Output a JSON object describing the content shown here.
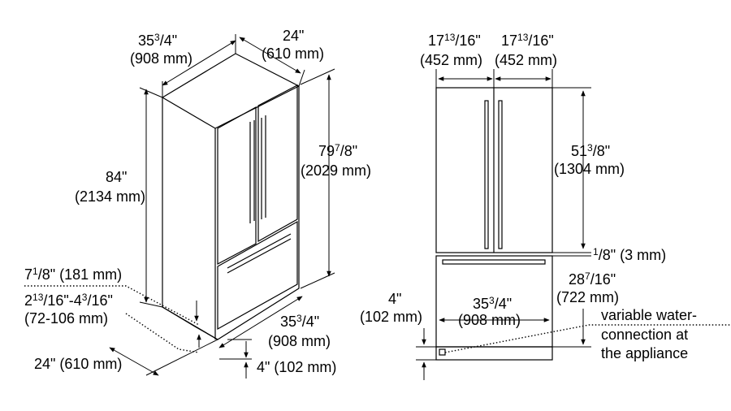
{
  "labels": {
    "top_width_a": "35",
    "top_width_a_frac_num": "3",
    "top_width_a_frac_den": "/4\"",
    "top_width_a_mm": "(908 mm)",
    "top_depth": "24\"",
    "top_depth_mm": "(610 mm)",
    "height_total": "84\"",
    "height_total_mm": "(2134 mm)",
    "height_cabinet": "79",
    "height_cabinet_num": "7",
    "height_cabinet_den": "/8\"",
    "height_cabinet_mm": "(2029 mm)",
    "toe_depth": "7",
    "toe_depth_num": "1",
    "toe_depth_den": "/8\" (181 mm)",
    "toe_range_a": "2",
    "toe_range_a_num": "13",
    "toe_range_a_den": "/16\"-4",
    "toe_range_b_num": "3",
    "toe_range_b_den": "/16\"",
    "toe_range_mm": "(72-106 mm)",
    "side_depth": "24\" (610 mm)",
    "bottom_width": "35",
    "bottom_width_num": "3",
    "bottom_width_den": "/4\"",
    "bottom_width_mm": "(908 mm)",
    "plinth_height": "4\" (102 mm)",
    "front_half_a": "17",
    "front_half_a_num": "13",
    "front_half_a_den": "/16\"",
    "front_half_a_mm": "(452 mm)",
    "front_half_b": "17",
    "front_half_b_num": "13",
    "front_half_b_den": "/16\"",
    "front_half_b_mm": "(452 mm)",
    "door_height": "51",
    "door_height_num": "3",
    "door_height_den": "/8\"",
    "door_height_mm": "(1304 mm)",
    "gap_num": "1",
    "gap_den": "/8\" (3 mm)",
    "drawer_height": "28",
    "drawer_height_num": "7",
    "drawer_height_den": "/16\"",
    "drawer_height_mm": "(722 mm)",
    "front_plinth": "4\"",
    "front_plinth_mm": "(102 mm)",
    "front_width": "35",
    "front_width_num": "3",
    "front_width_den": "/4\"",
    "front_width_mm": "(908 mm)",
    "water_line1": "variable water-",
    "water_line2": "connection at",
    "water_line3": "the appliance"
  }
}
